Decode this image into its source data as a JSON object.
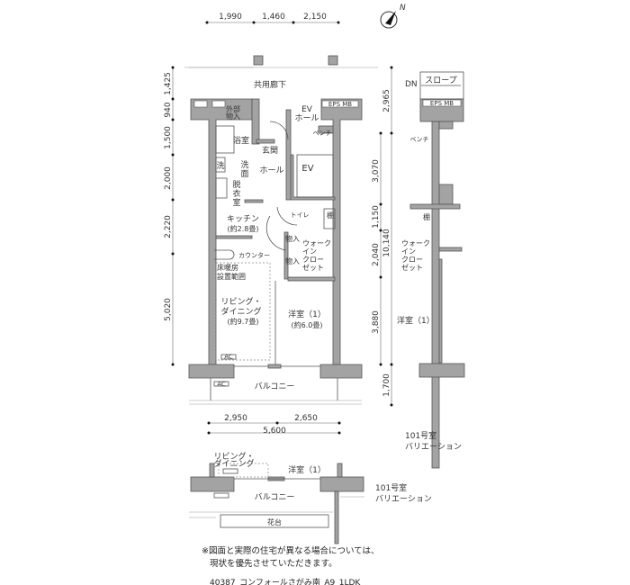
{
  "dimensions": {
    "top": [
      "1,990",
      "1,460",
      "2,150"
    ],
    "left": [
      "1,425",
      "940",
      "1,500",
      "2,000",
      "2,220",
      "5,020"
    ],
    "right_outer": [
      "2,965",
      "1,700"
    ],
    "right_inner": [
      "3,070",
      "1,150",
      "2,040",
      "3,880"
    ],
    "right_total": "10,140",
    "bottom": [
      "2,950",
      "2,650"
    ],
    "bottom_total": "5,600"
  },
  "compass": {
    "label": "N"
  },
  "rooms": {
    "corridor": "共用廊下",
    "outer_storage": [
      "外部",
      "物入"
    ],
    "ev_hall": [
      "EV",
      "ホール"
    ],
    "eps_mb": "EPS MB",
    "bench": "ベンチ",
    "bath": "浴室",
    "entrance": "玄関",
    "washer": "洗",
    "washroom": [
      "洗",
      "面",
      "脱",
      "衣",
      "室"
    ],
    "hall": "ホール",
    "ev": "EV",
    "toilet": "トイレ",
    "shelf": "棚",
    "kitchen": [
      "キッチン",
      "(約2.8畳)"
    ],
    "storage": "物入",
    "walk_in_closet": [
      "ウォーク",
      "イン",
      "クロー",
      "ゼット"
    ],
    "counter": "カウンター",
    "floor_heating": [
      "床暖房",
      "設置範囲"
    ],
    "living_dining": [
      "リビング・",
      "ダイニング",
      "(約9.7畳)"
    ],
    "western_room": [
      "洋室（1）",
      "(約6.0畳)"
    ],
    "balcony": "バルコニー",
    "ac": "AC",
    "flower_bed": "花台"
  },
  "variation_right": {
    "dn": "DN",
    "slope": "スロープ",
    "eps_mb": "EPS MB",
    "bench": "ベンチ",
    "shelf": "棚",
    "walk_in_closet": [
      "ウォーク",
      "イン",
      "クロー",
      "ゼット"
    ],
    "western_room": "洋室（1）",
    "caption": [
      "101号室",
      "バリエーション"
    ]
  },
  "variation_bottom": {
    "living_dining": [
      "リビング・",
      "ダイニング"
    ],
    "western_room": "洋室（1）",
    "balcony": "バルコニー",
    "flower_bed": "花台",
    "caption": [
      "101号室",
      "バリエーション"
    ]
  },
  "notes": [
    "※図面と実際の住宅が異なる場合については、",
    "現状を優先させていただきます。"
  ],
  "footer": "40387_コンフォールさがみ南_A9_1LDK"
}
